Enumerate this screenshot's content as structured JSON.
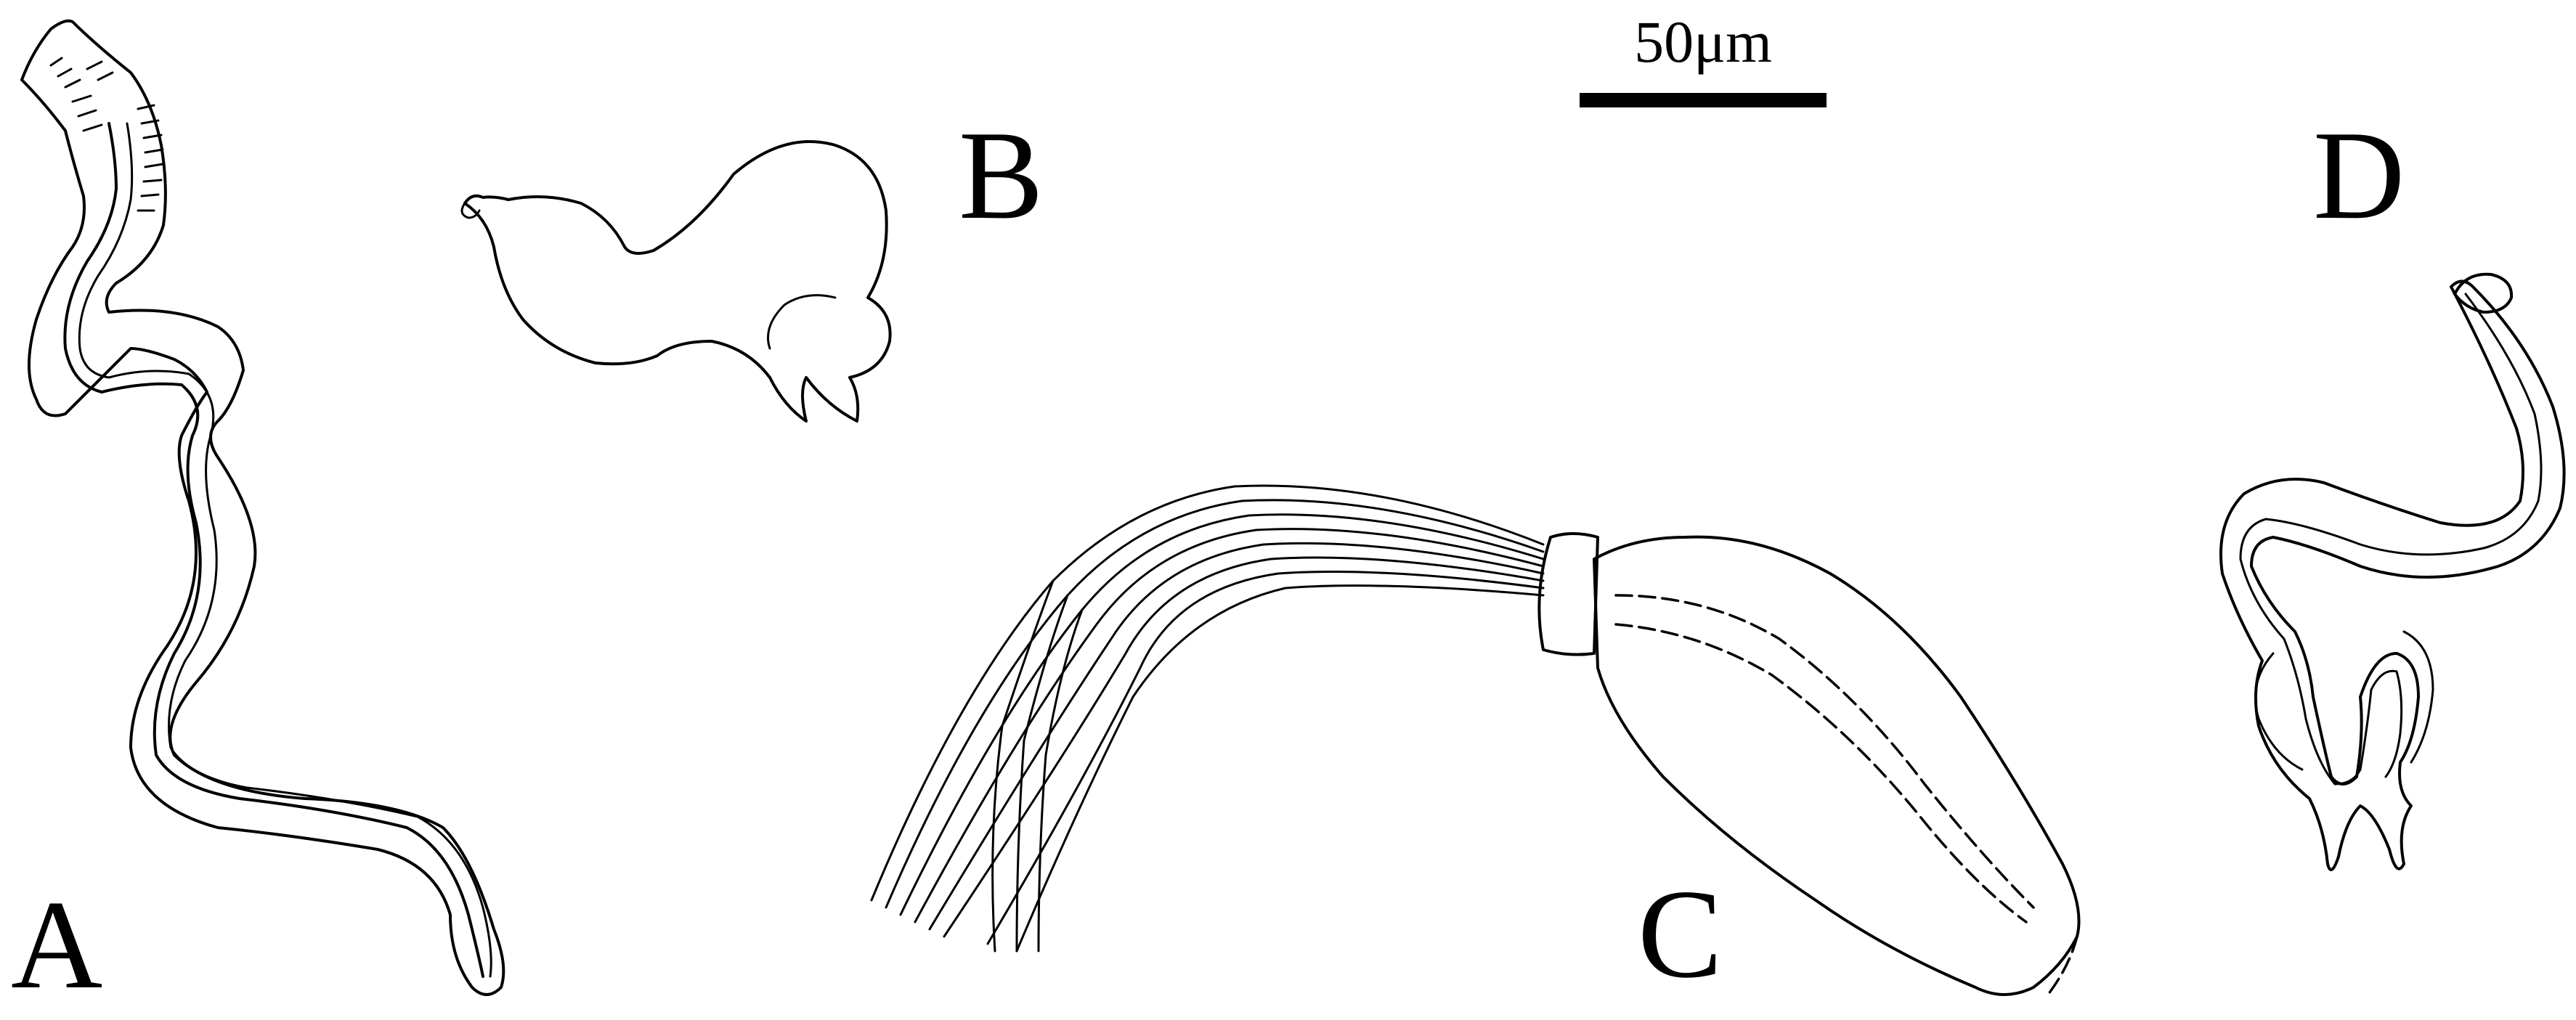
{
  "panels": {
    "a": {
      "letter": "A"
    },
    "b": {
      "letter": "B"
    },
    "c": {
      "letter": "C"
    },
    "d": {
      "letter": "D"
    }
  },
  "scale_bar": {
    "label": "50μm"
  },
  "colors": {
    "ink": "#000000",
    "background": "#ffffff"
  }
}
